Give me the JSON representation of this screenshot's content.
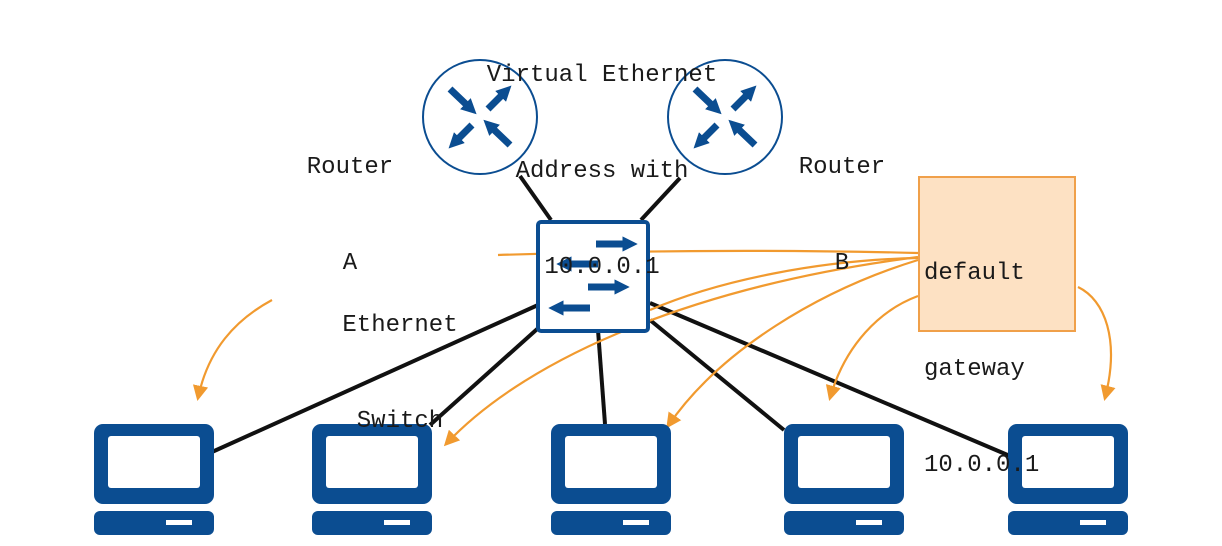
{
  "labels": {
    "virtual": [
      "Virtual Ethernet",
      "Address with",
      "10.0.0.1"
    ],
    "router_a": [
      "Router",
      "A"
    ],
    "router_b": [
      "Router",
      "B"
    ],
    "switch": [
      "Ethernet",
      "Switch"
    ],
    "gateway": [
      "default",
      "gateway",
      "10.0.0.1"
    ]
  },
  "colors": {
    "device_blue": "#0b4d91",
    "link_black": "#111111",
    "arrow_orange": "#f19a2f",
    "gateway_fill": "#fde1c3",
    "gateway_border": "#f0a04a"
  },
  "icons": [
    "router-icon",
    "switch-icon",
    "computer-icon"
  ]
}
